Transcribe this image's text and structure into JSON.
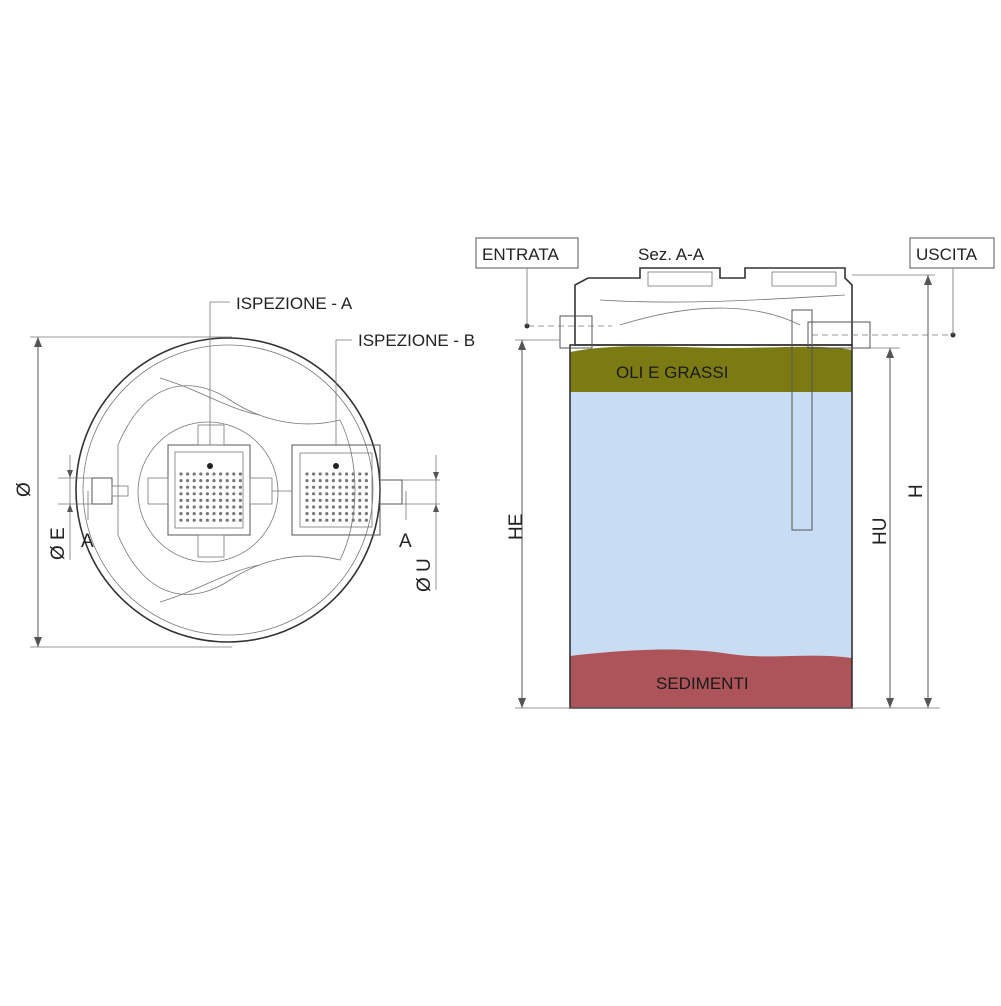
{
  "plan_view": {
    "inspection_a_label": "ISPEZIONE - A",
    "inspection_b_label": "ISPEZIONE - B",
    "diameter_label": "Ø",
    "inlet_diameter_label": "Ø E",
    "outlet_diameter_label": "Ø U",
    "section_mark_left": "A",
    "section_mark_right": "A"
  },
  "section_view": {
    "title": "Sez. A-A",
    "inlet_label": "ENTRATA",
    "outlet_label": "USCITA",
    "oil_zone_label": "OLI E GRASSI",
    "sediment_zone_label": "SEDIMENTI",
    "inlet_height_label": "HE",
    "outlet_height_label": "HU",
    "total_height_label": "H"
  },
  "colors": {
    "oil": "#7c7a12",
    "water": "#c8dcf3",
    "sediment": "#ad545a",
    "tank_cap": "#f2f2f2",
    "line": "#555555"
  }
}
